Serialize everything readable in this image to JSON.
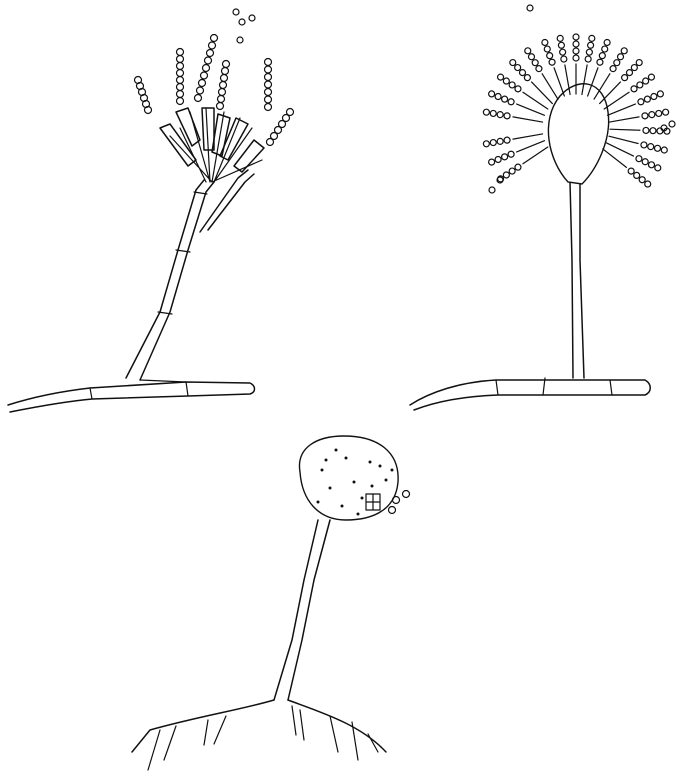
{
  "figure": {
    "panels": [
      {
        "id": "left",
        "kind": "brush-like conidiophore with chains of conidia on phialides"
      },
      {
        "id": "right",
        "kind": "conidiophore with swollen vesicle and radiating phialides bearing conidia chains"
      },
      {
        "id": "bottom",
        "kind": "sporangiophore with round sporangium releasing spores, rhizoids at base"
      }
    ],
    "colors": {
      "ink": "#111111",
      "background": "#ffffff"
    }
  }
}
